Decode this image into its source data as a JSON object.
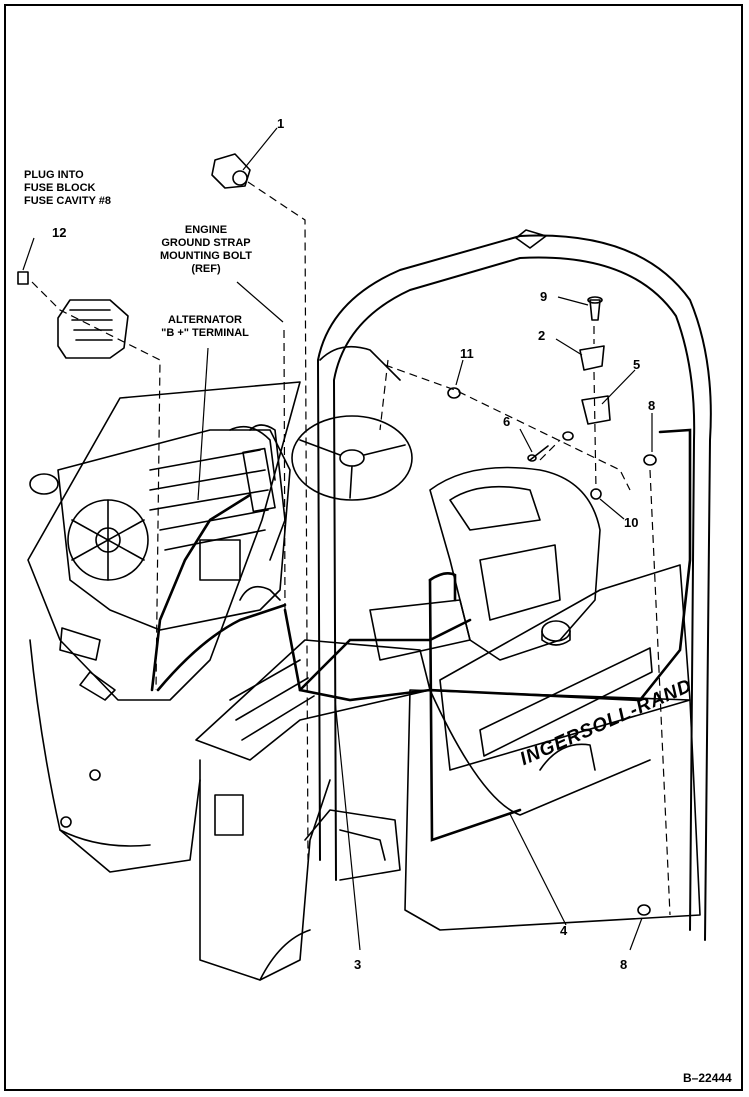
{
  "callouts": {
    "c1": "1",
    "c2": "2",
    "c3": "3",
    "c4": "4",
    "c5": "5",
    "c6": "6",
    "c8_top": "8",
    "c8_bottom": "8",
    "c9": "9",
    "c10": "10",
    "c11": "11",
    "c12": "12"
  },
  "notes": {
    "fuse_line1": "PLUG INTO",
    "fuse_line2": "FUSE BLOCK",
    "fuse_line3": "FUSE CAVITY #8",
    "engine_line1": "ENGINE",
    "engine_line2": "GROUND STRAP",
    "engine_line3": "MOUNTING BOLT",
    "engine_line4": "(REF)",
    "alt_line1": "ALTERNATOR",
    "alt_line2": "\"B +\" TERMINAL"
  },
  "brand_text": "INGERSOLL-RAND",
  "figure_id": "B–22444"
}
